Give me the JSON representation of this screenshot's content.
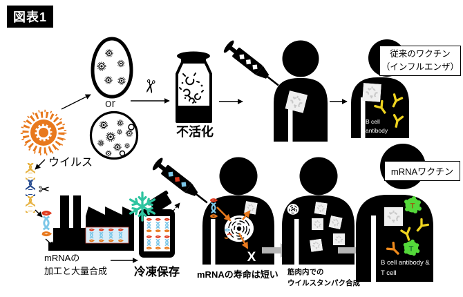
{
  "title": "図表1",
  "colors": {
    "virus_orange": "#E8791D",
    "dna_gold": "#E6B03C",
    "dna_navy": "#274B8F",
    "mrna_red": "#E03A1E",
    "mrna_blue": "#7CC7E8",
    "mrna_orange": "#E8791D",
    "snowflake_teal": "#2EC4A0",
    "antibody_yellow": "#EED31F",
    "antibody_orange": "#EF8A1C",
    "tcell_green": "#54D83A",
    "tcell_letter_brown": "#9A6012",
    "tcell_letter_green": "#1E7A30",
    "arrow_gray": "#B5B5B5",
    "factory_box_blue": "#D8EDF8",
    "protein_gray": "#C9C9C9"
  },
  "icons": {
    "scissors_glyph": "✂"
  },
  "top_row": {
    "virus_label": "ウイルス",
    "or_label": "or",
    "inactivation_label": "不活化",
    "vaccine_box_line1": "従来のワクチン",
    "vaccine_box_line2": "（インフルエンザ）",
    "result_line1": "B cell",
    "result_line2": "antibody"
  },
  "bottom_row": {
    "factory_label_line1": "mRNAの",
    "factory_label_line2": "加工と大量合成",
    "frozen_label": "冷凍保存",
    "lifespan_label": "mRNAの寿命は短い",
    "muscle_label_line1": "筋肉内での",
    "muscle_label_line2": "ウイルスタンパク合成",
    "vaccine_box_label": "mRNAワクチン",
    "result_line1": "B cell antibody &",
    "result_line2": "T cell",
    "x_mark": "X",
    "t_letter": "T"
  }
}
